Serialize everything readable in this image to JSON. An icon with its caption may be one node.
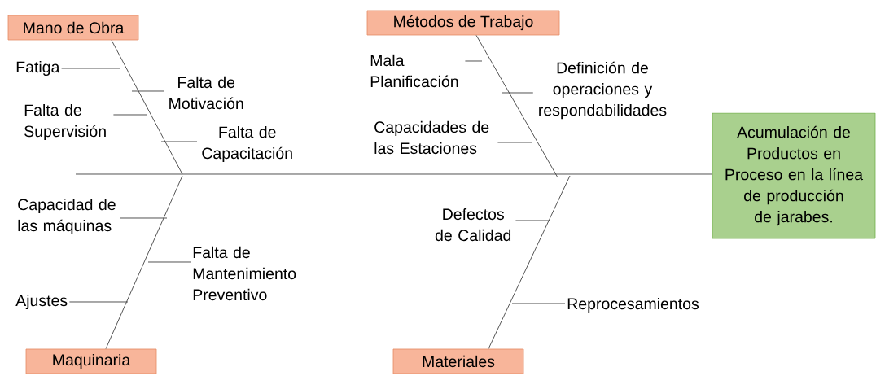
{
  "diagram": {
    "nodes": [
      {
        "text": [
          "Mano de Obra"
        ]
      },
      {
        "text": [
          "Métodos de Trabajo"
        ]
      },
      {
        "text": [
          "Maquinaria"
        ]
      },
      {
        "text": [
          "Materiales"
        ]
      },
      {
        "text": [
          "Acumulación de Productos en Proceso en la línea de producción de jarabes."
        ]
      },
      {
        "text": [
          "Fatiga"
        ]
      },
      {
        "text": [
          "Falta de Motivación"
        ]
      },
      {
        "text": [
          "Falta de Supervisión"
        ]
      },
      {
        "text": [
          "Falta de Capacitación"
        ]
      },
      {
        "text": [
          "Mala Planificación"
        ]
      },
      {
        "text": [
          "Definición de operaciones y respondabilidades"
        ]
      },
      {
        "text": [
          "Capacidades de las Estaciones"
        ]
      },
      {
        "text": [
          "Capacidad de las máquinas"
        ]
      },
      {
        "text": [
          "Falta de Mantenimiento Preventivo"
        ]
      },
      {
        "text": [
          "Ajustes"
        ]
      },
      {
        "text": [
          "Defectos de Calidad"
        ]
      },
      {
        "text": [
          "Reprocesamientos"
        ]
      }
    ],
    "edges": [
      {
        "from": null,
        "to": 4,
        "arrow": "none"
      },
      {
        "from": 0,
        "to": null,
        "arrow": "none"
      },
      {
        "from": 1,
        "to": null,
        "arrow": "none"
      },
      {
        "from": 2,
        "to": null,
        "arrow": "none"
      },
      {
        "from": 3,
        "to": null,
        "arrow": "none"
      },
      {
        "from": 5,
        "to": null,
        "arrow": "none"
      },
      {
        "from": 6,
        "to": null,
        "arrow": "none"
      },
      {
        "from": 7,
        "to": null,
        "arrow": "none"
      },
      {
        "from": 8,
        "to": null,
        "arrow": "none"
      },
      {
        "from": 9,
        "to": null,
        "arrow": "none"
      },
      {
        "from": 10,
        "to": null,
        "arrow": "none"
      },
      {
        "from": 11,
        "to": null,
        "arrow": "none"
      },
      {
        "from": 12,
        "to": null,
        "arrow": "none"
      },
      {
        "from": 13,
        "to": null,
        "arrow": "none"
      },
      {
        "from": 14,
        "to": null,
        "arrow": "none"
      },
      {
        "from": 15,
        "to": null,
        "arrow": "none"
      },
      {
        "from": 16,
        "to": null,
        "arrow": "none"
      }
    ]
  }
}
